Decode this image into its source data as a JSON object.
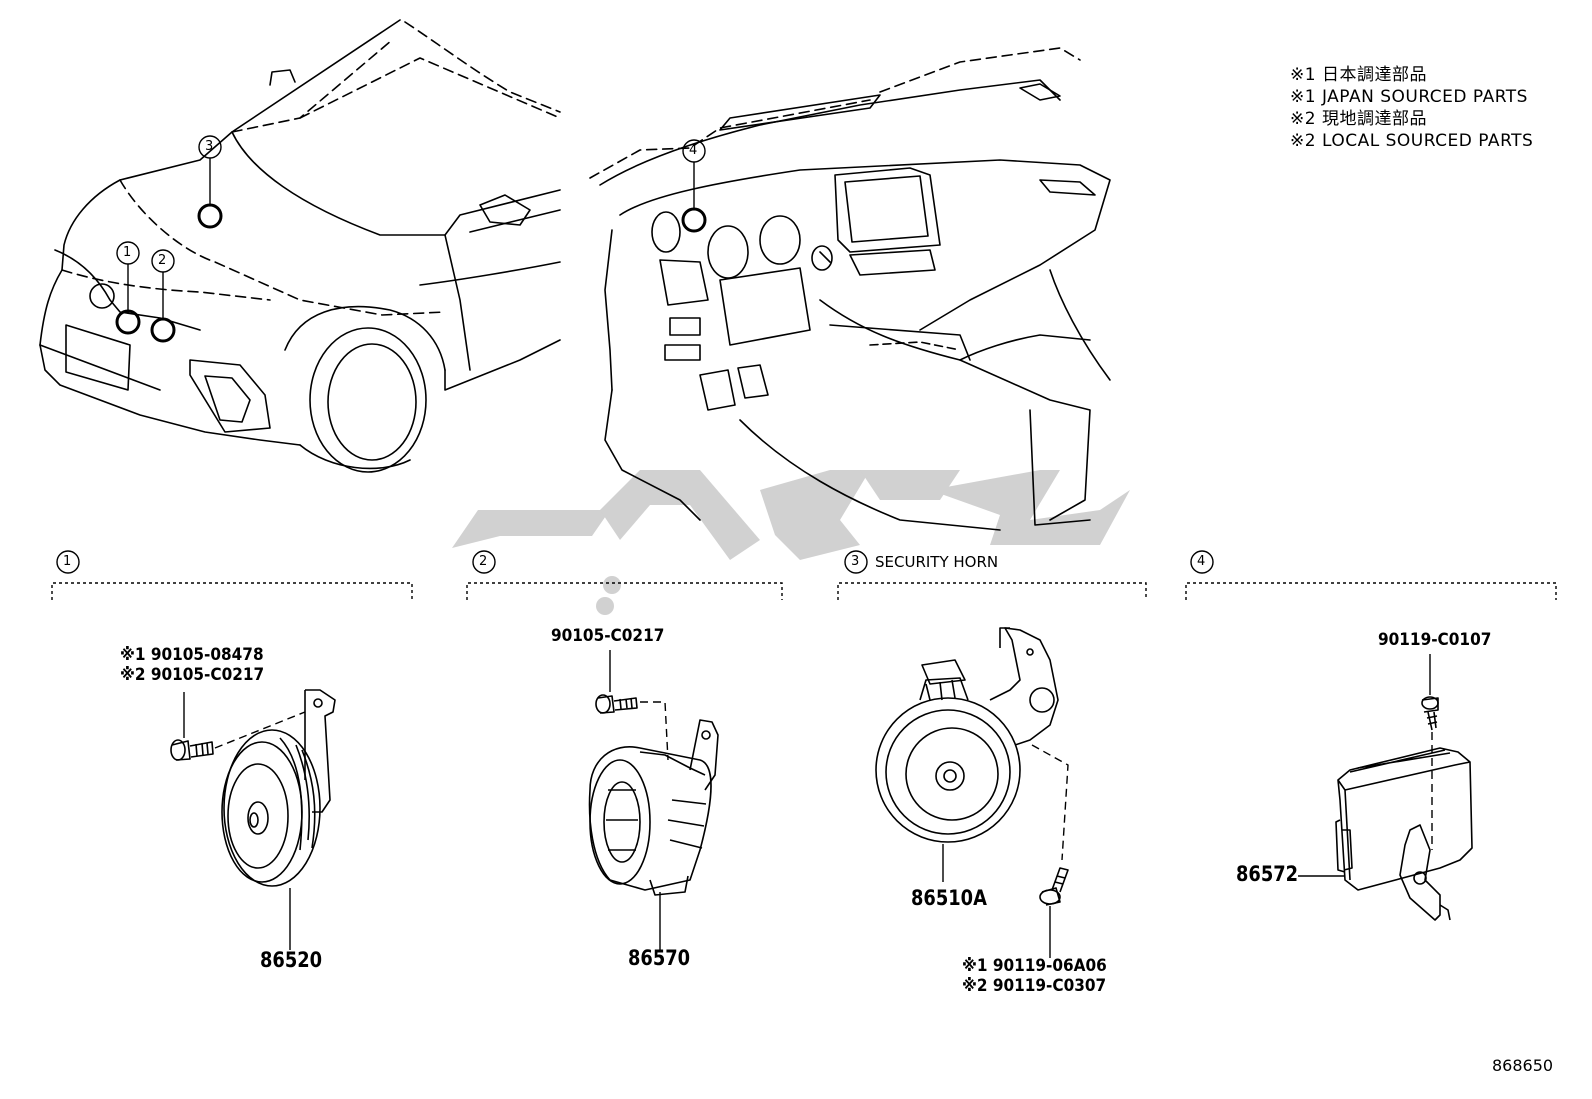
{
  "legend": [
    "※1 日本調達部品",
    "※1 JAPAN SOURCED PARTS",
    "※2 現地調達部品",
    "※2 LOCAL SOURCED PARTS"
  ],
  "location_markers": [
    "1",
    "2",
    "3",
    "4"
  ],
  "sections": [
    {
      "number": "1",
      "title": ""
    },
    {
      "number": "2",
      "title": ""
    },
    {
      "number": "3",
      "title": "SECURITY HORN"
    },
    {
      "number": "4",
      "title": ""
    }
  ],
  "callouts": {
    "s1_bolt_a": "※1 90105-08478",
    "s1_bolt_b": "※2 90105-C0217",
    "s1_part": "86520",
    "s2_bolt": "90105-C0217",
    "s2_part": "86570",
    "s3_part": "86510A",
    "s3_bolt_a": "※1 90119-06A06",
    "s3_bolt_b": "※2 90119-C0307",
    "s4_bolt": "90119-C0107",
    "s4_part": "86572"
  },
  "illustration_code": "868650",
  "watermark_colour": "#c8c8c8"
}
